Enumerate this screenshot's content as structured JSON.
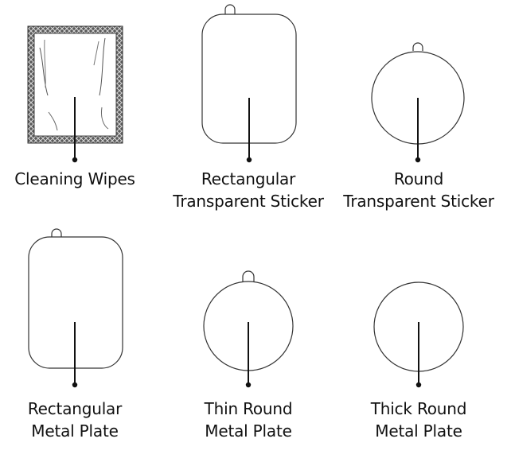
{
  "items": [
    {
      "id": "cleaning-wipes",
      "lines": [
        "Cleaning Wipes"
      ]
    },
    {
      "id": "rect-sticker",
      "lines": [
        "Rectangular",
        "Transparent Sticker"
      ]
    },
    {
      "id": "round-sticker",
      "lines": [
        "Round",
        "Transparent Sticker"
      ]
    },
    {
      "id": "rect-metal",
      "lines": [
        "Rectangular",
        "Metal Plate"
      ]
    },
    {
      "id": "thin-round-metal",
      "lines": [
        "Thin Round",
        "Metal Plate"
      ]
    },
    {
      "id": "thick-round-metal",
      "lines": [
        "Thick Round",
        "Metal Plate"
      ]
    }
  ],
  "colors": {
    "stroke": "#333333",
    "fill": "#ffffff"
  }
}
